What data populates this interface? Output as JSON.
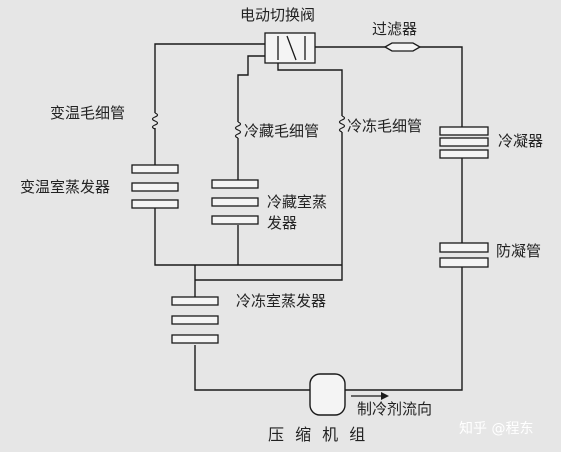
{
  "labels": {
    "solenoid_valve": "电动切换阀",
    "filter": "过滤器",
    "variable_capillary": "变温毛细管",
    "refrigerator_capillary": "冷藏毛细管",
    "freezer_capillary": "冷冻毛细管",
    "condenser": "冷凝器",
    "variable_evaporator": "变温室蒸发器",
    "refrigerator_evaporator_line1": "冷藏室蒸",
    "refrigerator_evaporator_line2": "发器",
    "anti_condensation_pipe": "防凝管",
    "freezer_evaporator": "冷冻室蒸发器",
    "flow_direction": "制冷剂流向",
    "compressor": "压 缩 机 组",
    "watermark": "知乎 @程东"
  },
  "colors": {
    "background": "#e6e6e6",
    "line": "#1a1a1a",
    "watermark": "#ffffff"
  }
}
